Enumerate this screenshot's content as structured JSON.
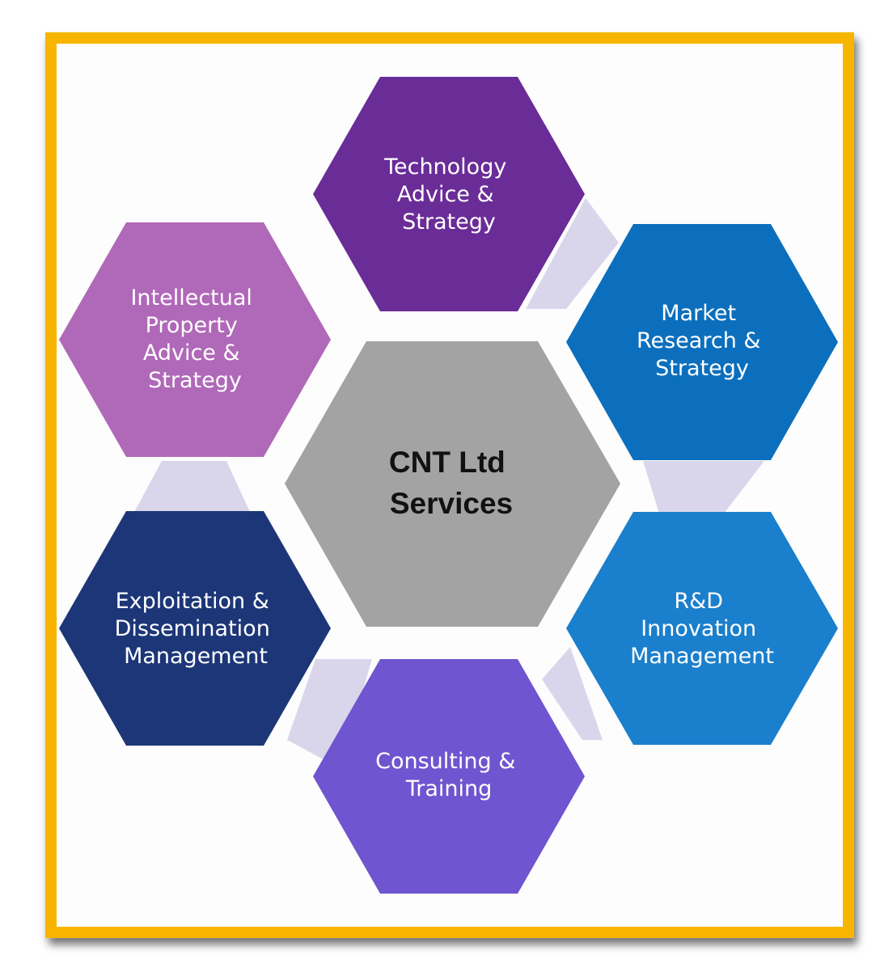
{
  "diagram": {
    "center": {
      "lines": [
        "CNT Ltd",
        "Services"
      ],
      "color": "#a3a3a3"
    },
    "connector_color": "#d9d6ec",
    "frame_color": "#f7b500",
    "services": [
      {
        "id": "technology",
        "lines": [
          "Technology",
          "Advice &",
          "Strategy"
        ],
        "color": "#6a2c97"
      },
      {
        "id": "market",
        "lines": [
          "Market",
          "Research &",
          "Strategy"
        ],
        "color": "#0c6fbd"
      },
      {
        "id": "rnd",
        "lines": [
          "R&D",
          "Innovation",
          "Management"
        ],
        "color": "#1a7fcc"
      },
      {
        "id": "consulting",
        "lines": [
          "Consulting &",
          "Training"
        ],
        "color": "#6f55cf"
      },
      {
        "id": "exploitation",
        "lines": [
          "Exploitation &",
          "Dissemination",
          "Management"
        ],
        "color": "#1c3677"
      },
      {
        "id": "ip",
        "lines": [
          "Intellectual",
          "Property",
          "Advice &",
          "Strategy"
        ],
        "color": "#b068b8"
      }
    ]
  }
}
